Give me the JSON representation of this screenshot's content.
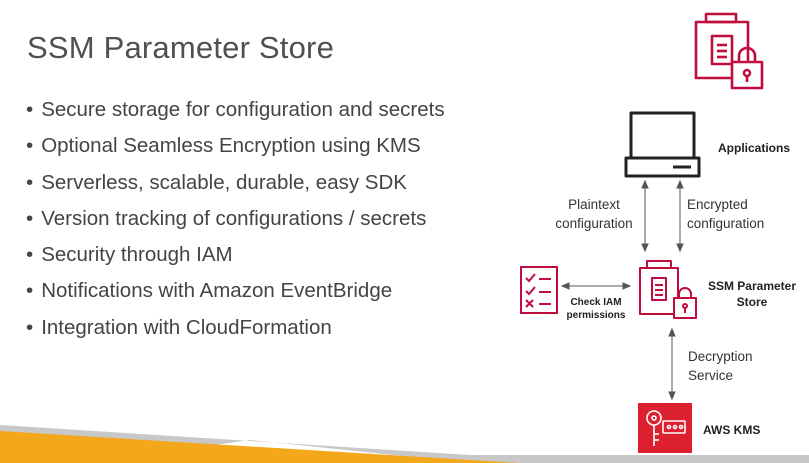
{
  "slide": {
    "title": "SSM Parameter Store",
    "bullets": [
      "Secure storage for configuration and secrets",
      "Optional Seamless Encryption using KMS",
      "Serverless, scalable, durable, easy SDK",
      "Version tracking of configurations / secrets",
      "Security through IAM",
      "Notifications with Amazon EventBridge",
      "Integration with CloudFormation"
    ]
  },
  "diagram": {
    "applications_label": "Applications",
    "plaintext_line1": "Plaintext",
    "plaintext_line2": "configuration",
    "encrypted_line1": "Encrypted",
    "encrypted_line2": "configuration",
    "ssm_label_line1": "SSM Parameter",
    "ssm_label_line2": "Store",
    "iam_line1": "Check IAM",
    "iam_line2": "permissions",
    "decryption_line1": "Decryption",
    "decryption_line2": "Service",
    "kms_label": "AWS KMS"
  },
  "colors": {
    "ssm_red": "#bf0d3e",
    "kms_red": "#dd2030",
    "accent_orange": "#f3a71a",
    "accent_gray": "#c8c8c8"
  },
  "icons": [
    "ssm-parameter-store-icon",
    "laptop-icon",
    "checklist-icon",
    "kms-key-icon"
  ]
}
